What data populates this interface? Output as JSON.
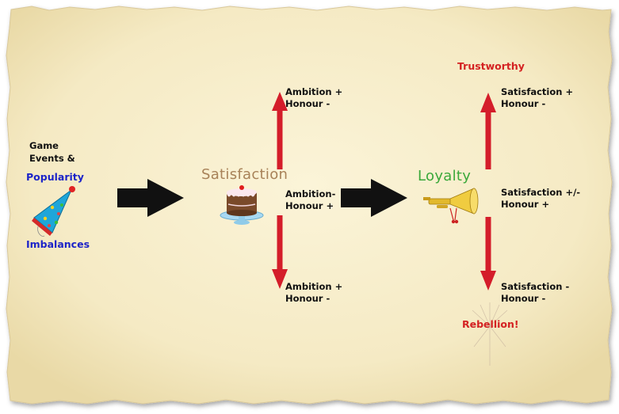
{
  "inputs": {
    "game_events": [
      "Game",
      "Events &"
    ],
    "popularity": "Popularity",
    "imbalances": "Imbalances"
  },
  "satisfaction": {
    "title": "Satisfaction",
    "up": [
      "Ambition +",
      "Honour -"
    ],
    "mid": [
      "Ambition-",
      "Honour +"
    ],
    "down": [
      "Ambition +",
      "Honour -"
    ]
  },
  "loyalty": {
    "title": "Loyalty",
    "up": [
      "Satisfaction +",
      "Honour -"
    ],
    "mid": [
      "Satisfaction +/-",
      "Honour +"
    ],
    "down": [
      "Satisfaction -",
      "Honour -"
    ],
    "top_label": "Trustworthy",
    "bottom_label": "Rebellion!"
  },
  "icons": [
    "party-hat-icon",
    "cake-icon",
    "trumpet-icon",
    "firework-icon"
  ],
  "colors": {
    "paper": "#f7ecc7",
    "arrow_black": "#111111",
    "arrow_red": "#d41d2a",
    "blue_text": "#1d24c8",
    "red_text": "#d42222",
    "green_text": "#3aa83a",
    "tan_text": "#a88258"
  }
}
